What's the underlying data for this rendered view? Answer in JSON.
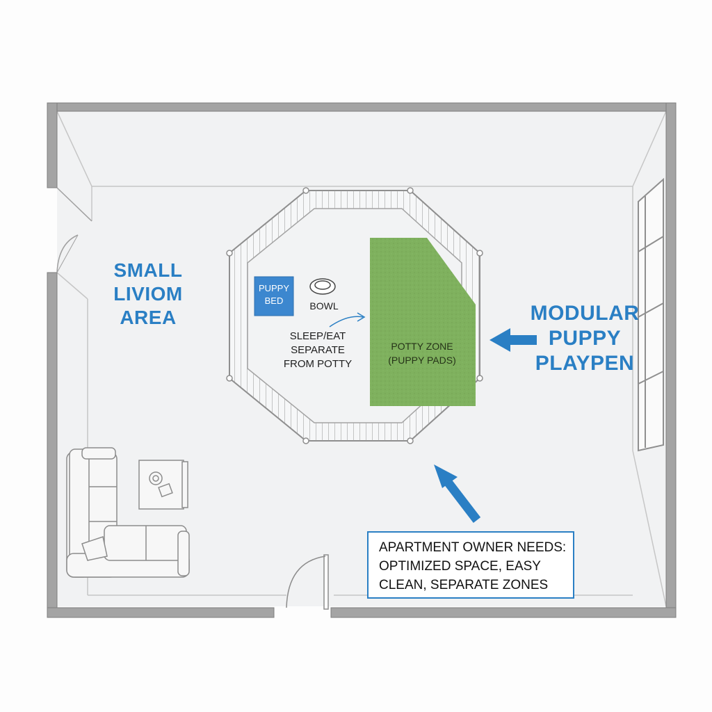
{
  "room": {
    "area_label": "SMALL LIVIOM\nAREA"
  },
  "playpen": {
    "label": "MODULAR\nPUPPY\nPLAYPEN",
    "bed_label": "PUPPY\nBED",
    "bowl_label": "BOWL",
    "note": "SLEEP/EAT\nSEPARATE\nFROM POTTY",
    "potty_label": "POTTY ZONE\n(PUPPY PADS)"
  },
  "callout": {
    "text": "APARTMENT OWNER NEEDS:\nOPTIMIZED SPACE, EASY\nCLEAN, SEPARATE ZONES"
  },
  "colors": {
    "accent_blue": "#2a7fc4",
    "potty_green": "#7fb15e",
    "bed_blue": "#3c87cf",
    "wall_gray": "#8f8f8f",
    "floor": "#f1f2f3"
  },
  "icons": {
    "bowl": "bowl-icon",
    "bed": "bed-icon",
    "sofa": "sofa-icon",
    "table": "side-table-icon",
    "door": "door-icon",
    "window": "window-icon",
    "arrow": "arrow-icon"
  }
}
